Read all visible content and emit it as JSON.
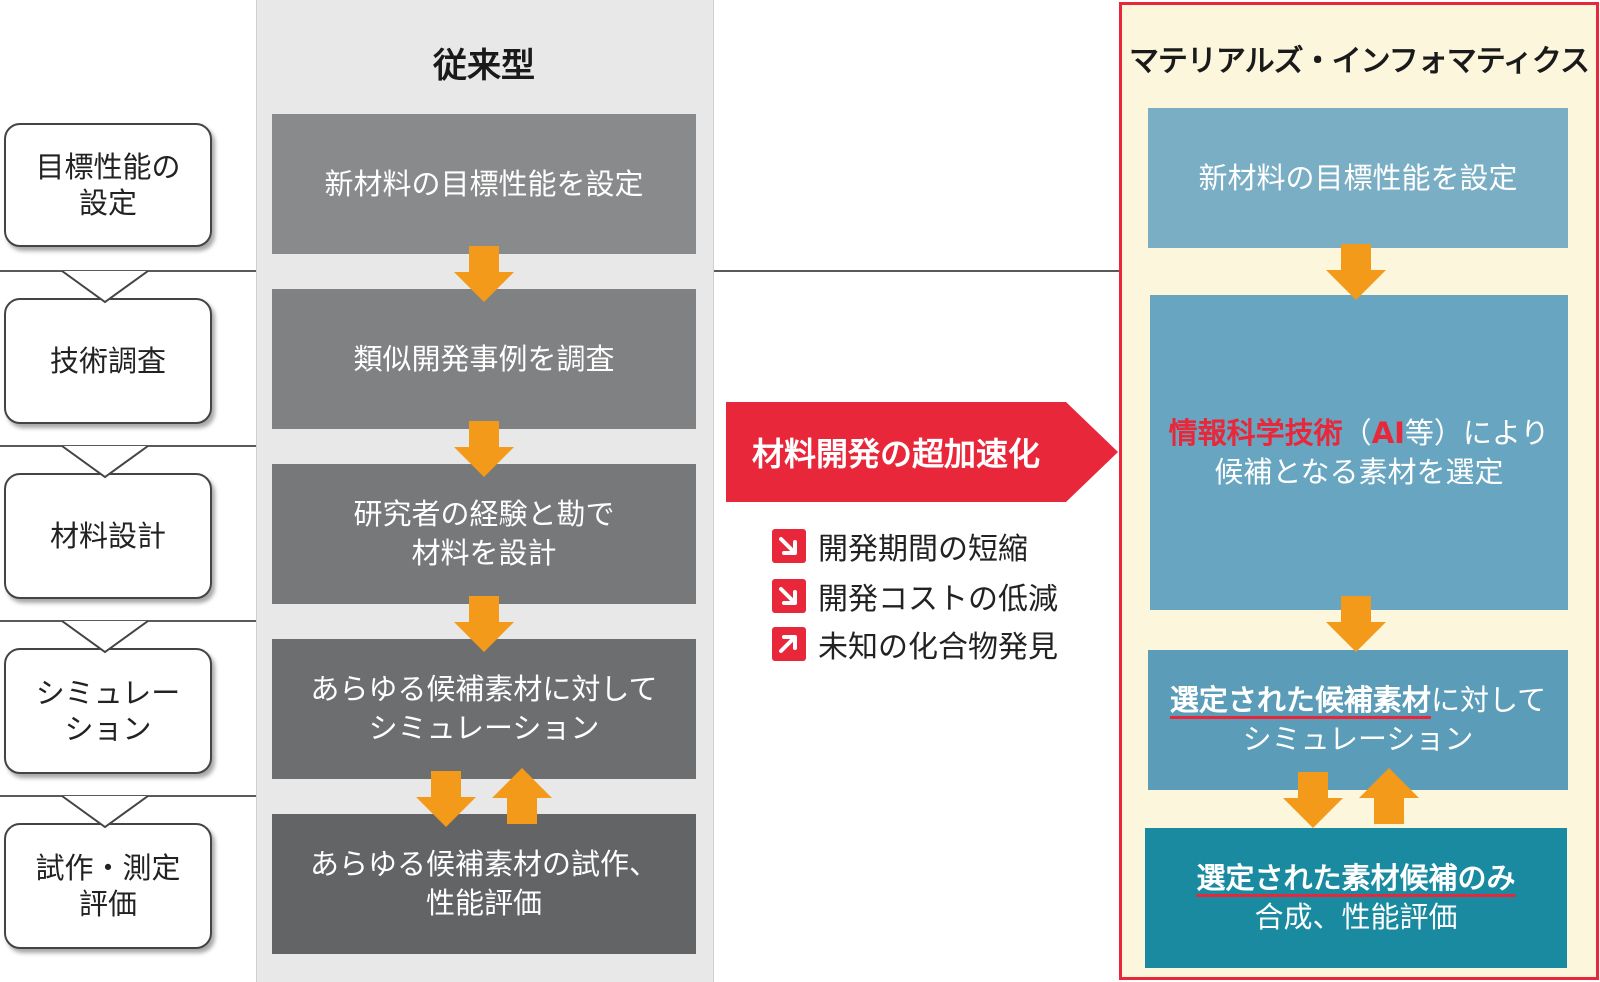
{
  "stages": [
    {
      "label": "目標性能の\n設定"
    },
    {
      "label": "技術調査"
    },
    {
      "label": "材料設計"
    },
    {
      "label": "シミュレー\nション"
    },
    {
      "label": "試作・測定\n評価"
    }
  ],
  "traditional": {
    "title": "従来型",
    "steps": [
      {
        "text": "新材料の目標性能を設定",
        "color": "#898a8b"
      },
      {
        "text": "類似開発事例を調査",
        "color": "#808183"
      },
      {
        "text": "研究者の経験と勘で\n材料を設計",
        "color": "#77787a"
      },
      {
        "text": "あらゆる候補素材に対して\nシミュレーション",
        "color": "#6d6e70"
      },
      {
        "text": "あらゆる候補素材の試作、\n性能評価",
        "color": "#636466"
      }
    ]
  },
  "center": {
    "banner": "材料開発の超加速化",
    "benefits": [
      {
        "icon": "arrow-down-right-icon",
        "text": "開発期間の短縮"
      },
      {
        "icon": "arrow-down-right-icon",
        "text": "開発コストの低減"
      },
      {
        "icon": "arrow-up-right-icon",
        "text": "未知の化合物発見"
      }
    ]
  },
  "materials_informatics": {
    "title": "マテリアルズ・インフォマティクス",
    "step1": {
      "text": "新材料の目標性能を設定"
    },
    "step2": {
      "highlight": "情報科学技術",
      "paren_open": "（",
      "ai": "AI",
      "rest_line1": "等）により",
      "line2": "候補となる素材を選定"
    },
    "step3": {
      "highlight": "選定された候補素材",
      "rest_line1": "に対して",
      "line2": "シミュレーション"
    },
    "step4": {
      "highlight": "選定された素材候補のみ",
      "line2": "合成、性能評価"
    }
  },
  "colors": {
    "accent_red": "#e8273a",
    "arrow_orange": "#f39a1b",
    "mi_blue_light": "#7aaec4",
    "mi_blue_mid": "#68a5c0",
    "mi_blue_dark": "#5b9db8",
    "mi_teal": "#1a8aa0"
  }
}
